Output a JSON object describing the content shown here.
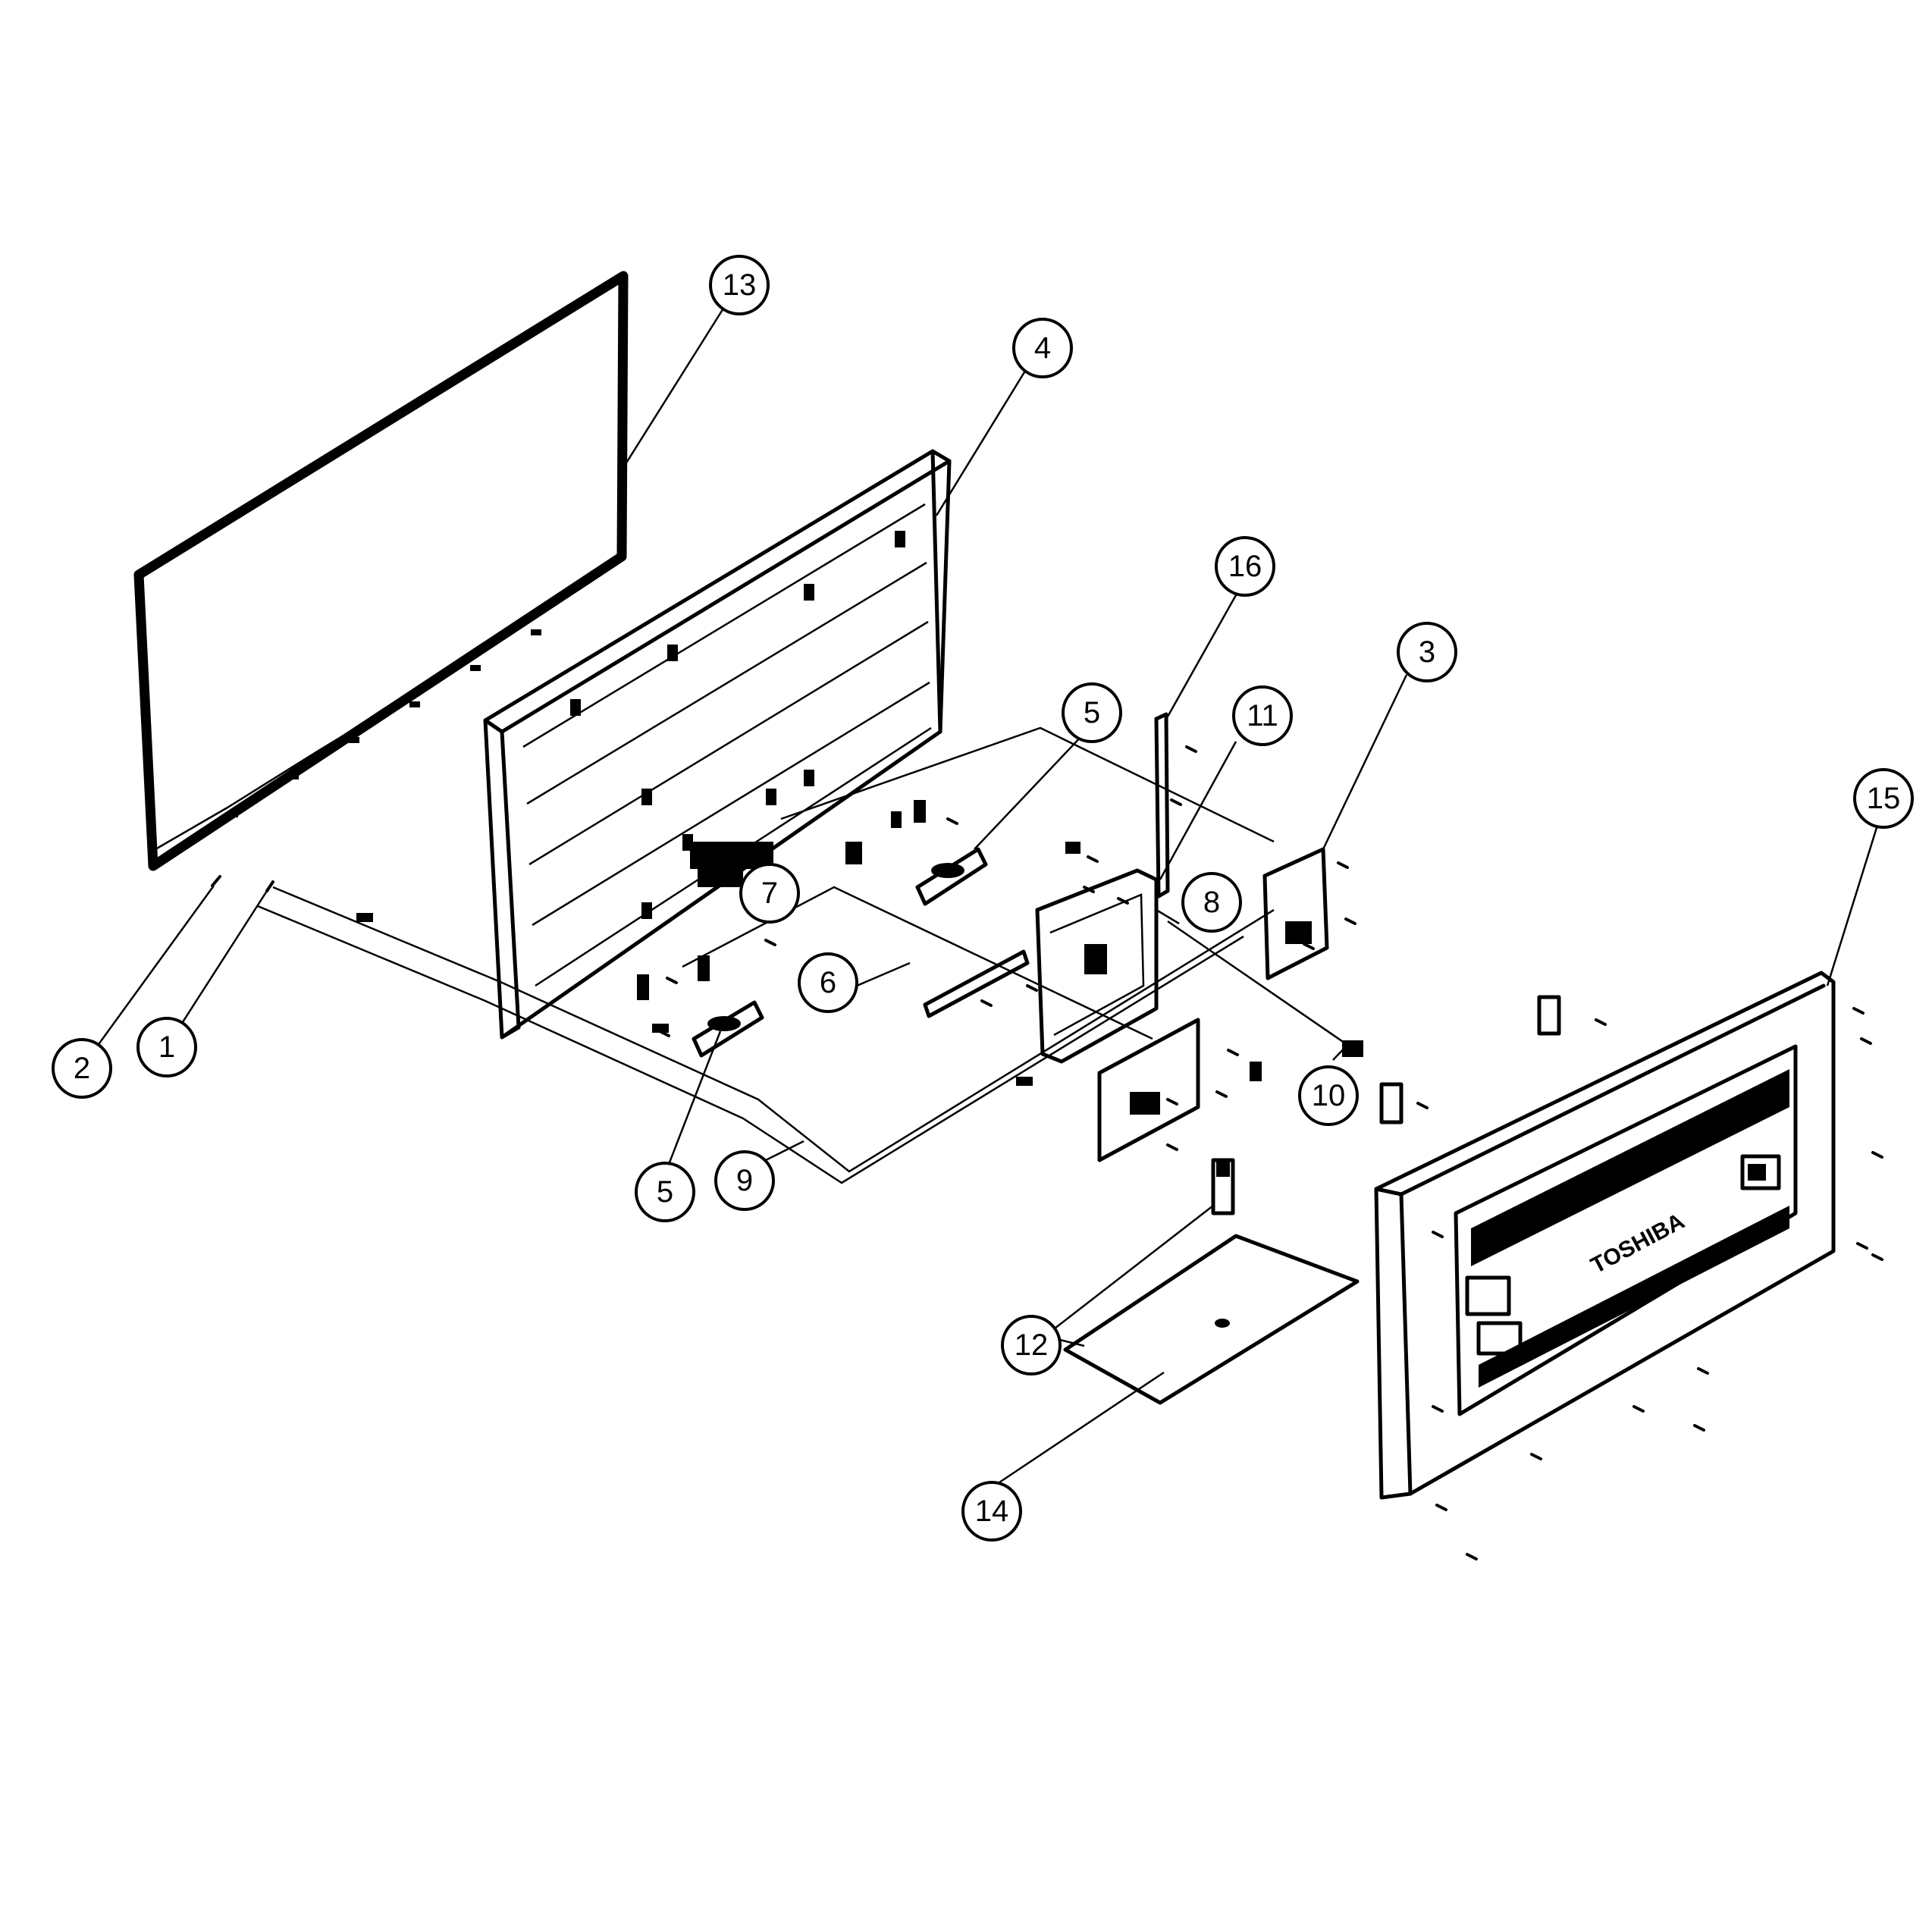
{
  "diagram": {
    "brand_text": "TOSHIBA",
    "callouts": [
      {
        "id": "13",
        "label": "13"
      },
      {
        "id": "4",
        "label": "4"
      },
      {
        "id": "16",
        "label": "16"
      },
      {
        "id": "3",
        "label": "3"
      },
      {
        "id": "5a",
        "label": "5"
      },
      {
        "id": "11",
        "label": "11"
      },
      {
        "id": "15",
        "label": "15"
      },
      {
        "id": "7",
        "label": "7"
      },
      {
        "id": "8",
        "label": "8"
      },
      {
        "id": "6",
        "label": "6"
      },
      {
        "id": "2",
        "label": "2"
      },
      {
        "id": "1",
        "label": "1"
      },
      {
        "id": "10",
        "label": "10"
      },
      {
        "id": "5b",
        "label": "5"
      },
      {
        "id": "9",
        "label": "9"
      },
      {
        "id": "12",
        "label": "12"
      },
      {
        "id": "14",
        "label": "14"
      }
    ]
  }
}
